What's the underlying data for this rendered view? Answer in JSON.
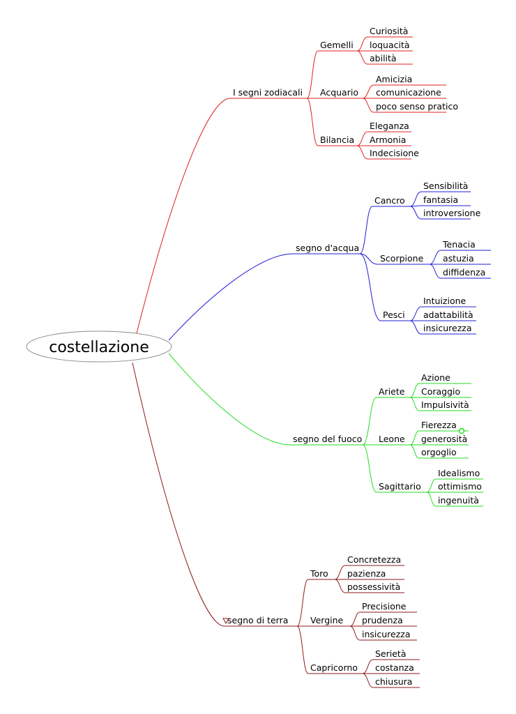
{
  "root": {
    "label": "costellazione"
  },
  "branches": [
    {
      "label": "I segni zodiacali",
      "color": "#e02020",
      "collapsed_marker": false,
      "children": [
        {
          "label": "Gemelli",
          "children": [
            "Curiosità",
            "loquacità",
            "abilità"
          ]
        },
        {
          "label": "Acquario",
          "children": [
            "Amicizia",
            "comunicazione",
            "poco senso pratico"
          ]
        },
        {
          "label": "Bilancia",
          "children": [
            "Eleganza",
            "Armonia",
            "Indecisione"
          ]
        }
      ]
    },
    {
      "label": "segno d'acqua",
      "color": "#1f1fd6",
      "collapsed_marker": false,
      "children": [
        {
          "label": "Cancro",
          "children": [
            "Sensibilità",
            "fantasia",
            "introversione"
          ]
        },
        {
          "label": "Scorpione",
          "children": [
            "Tenacia",
            "astuzia",
            "diffidenza"
          ]
        },
        {
          "label": "Pesci",
          "children": [
            "Intuizione",
            "adattabilità",
            "insicurezza"
          ]
        }
      ]
    },
    {
      "label": "segno del fuoco",
      "color": "#22dd22",
      "collapsed_marker": false,
      "children": [
        {
          "label": "Ariete",
          "children": [
            "Azione",
            "Coraggio",
            "Impulsività"
          ]
        },
        {
          "label": "Leone",
          "children": [
            "Fierezza",
            "generosità",
            "orgoglio"
          ]
        },
        {
          "label": "Sagittario",
          "children": [
            "Idealismo",
            "ottimismo",
            "ingenuità"
          ]
        }
      ]
    },
    {
      "label": "segno di terra",
      "color": "#8b1a1a",
      "collapsed_marker": true,
      "children": [
        {
          "label": "Toro",
          "children": [
            "Concretezza",
            "pazienza",
            "possessività"
          ]
        },
        {
          "label": "Vergine",
          "children": [
            "Precisione",
            "prudenza",
            "insicurezza"
          ]
        },
        {
          "label": "Capricorno",
          "children": [
            "Serietà",
            "costanza",
            "chiusura"
          ]
        }
      ]
    }
  ]
}
